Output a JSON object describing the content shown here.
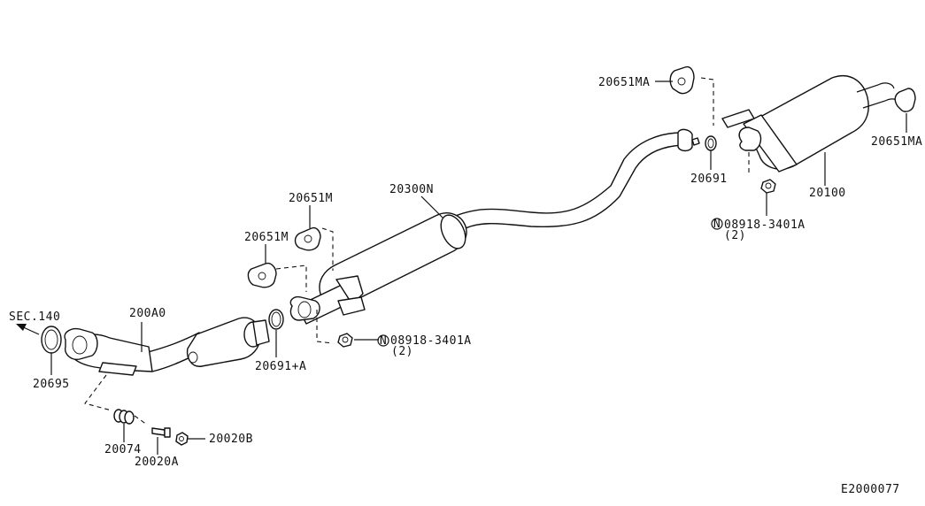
{
  "labels": {
    "sec140": "SEC.140",
    "p20695": "20695",
    "p200A0": "200A0",
    "p20074": "20074",
    "p20020A": "20020A",
    "p20020B": "20020B",
    "p20651M_a": "20651M",
    "p20651M_b": "20651M",
    "p20691A": "20691+A",
    "p20300N": "20300N",
    "nut_a_code": "08918-3401A",
    "nut_a_qty": "(2)",
    "p20651MA_a": "20651MA",
    "p20651MA_b": "20651MA",
    "p20691": "20691",
    "p20100": "20100",
    "nut_b_code": "08918-3401A",
    "nut_b_qty": "(2)",
    "nut_symbol": "N",
    "drawing_id": "E2000077"
  }
}
